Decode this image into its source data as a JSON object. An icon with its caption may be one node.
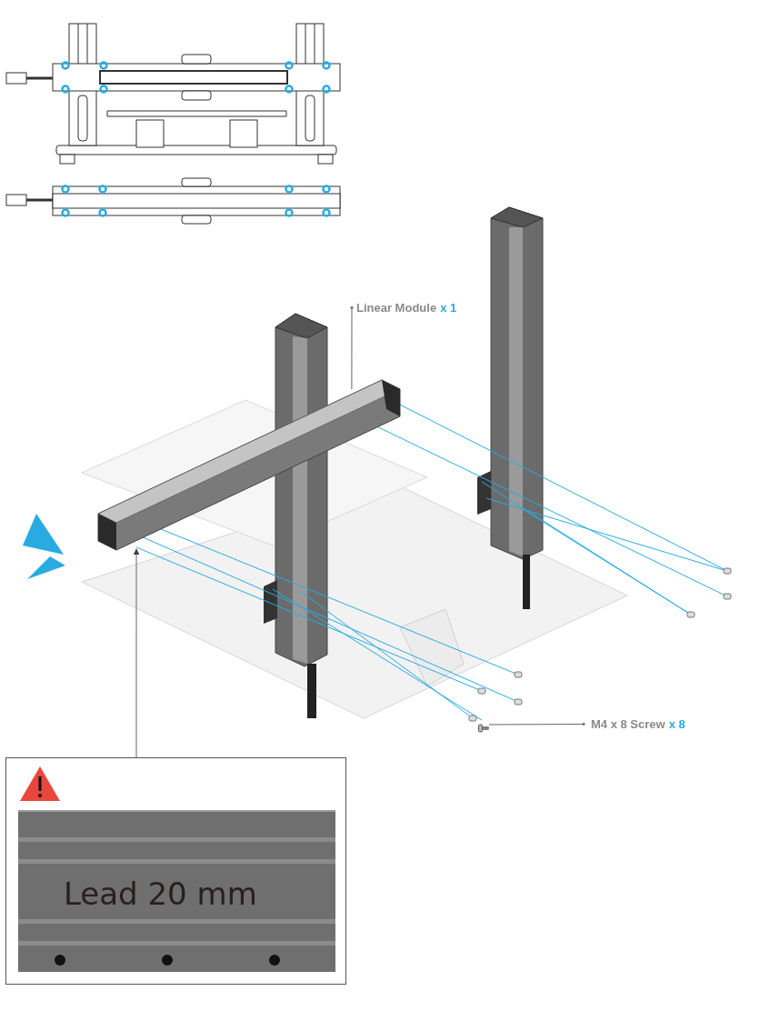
{
  "diagram": {
    "nodes": [
      {
        "text": [
          "Linear Module",
          "x 1"
        ]
      },
      {
        "text": [],
        "shape": "picture"
      },
      {
        "text": [
          "M4 x 8 Screw",
          "x 8"
        ]
      },
      {
        "text": [],
        "shape": "picture"
      },
      {
        "text": [
          "Lead 20 mm"
        ]
      }
    ],
    "edges": [
      {
        "from": 0,
        "to": 1,
        "arrow": "other"
      },
      {
        "from": 2,
        "to": 3,
        "arrow": "other"
      },
      {
        "from": 4,
        "to": 1,
        "arrow": "to"
      }
    ]
  }
}
